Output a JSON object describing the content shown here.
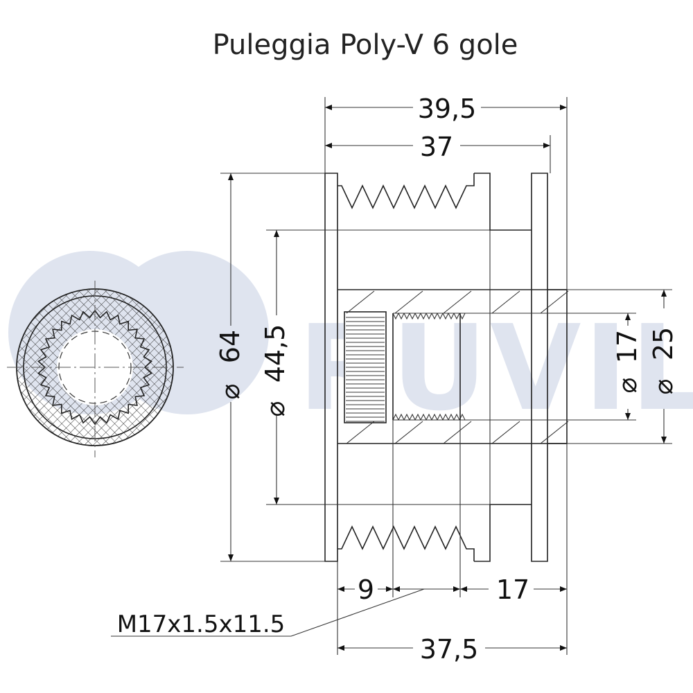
{
  "title": "Puleggia Poly-V 6 gole",
  "watermark": "RUVILLE",
  "dimensions": {
    "overall_width": "39,5",
    "pulley_width": "37",
    "outer_diameter": "64",
    "groove_diameter": "44,5",
    "thread_diameter": "17",
    "bore_diameter": "25",
    "spline_length": "9",
    "rear_length": "17",
    "base_length": "37,5"
  },
  "diameter_symbol": "⌀",
  "thread_spec": "M17x1.5x11.5",
  "colors": {
    "watermark": "#dfe4ef",
    "line": "#222222"
  }
}
